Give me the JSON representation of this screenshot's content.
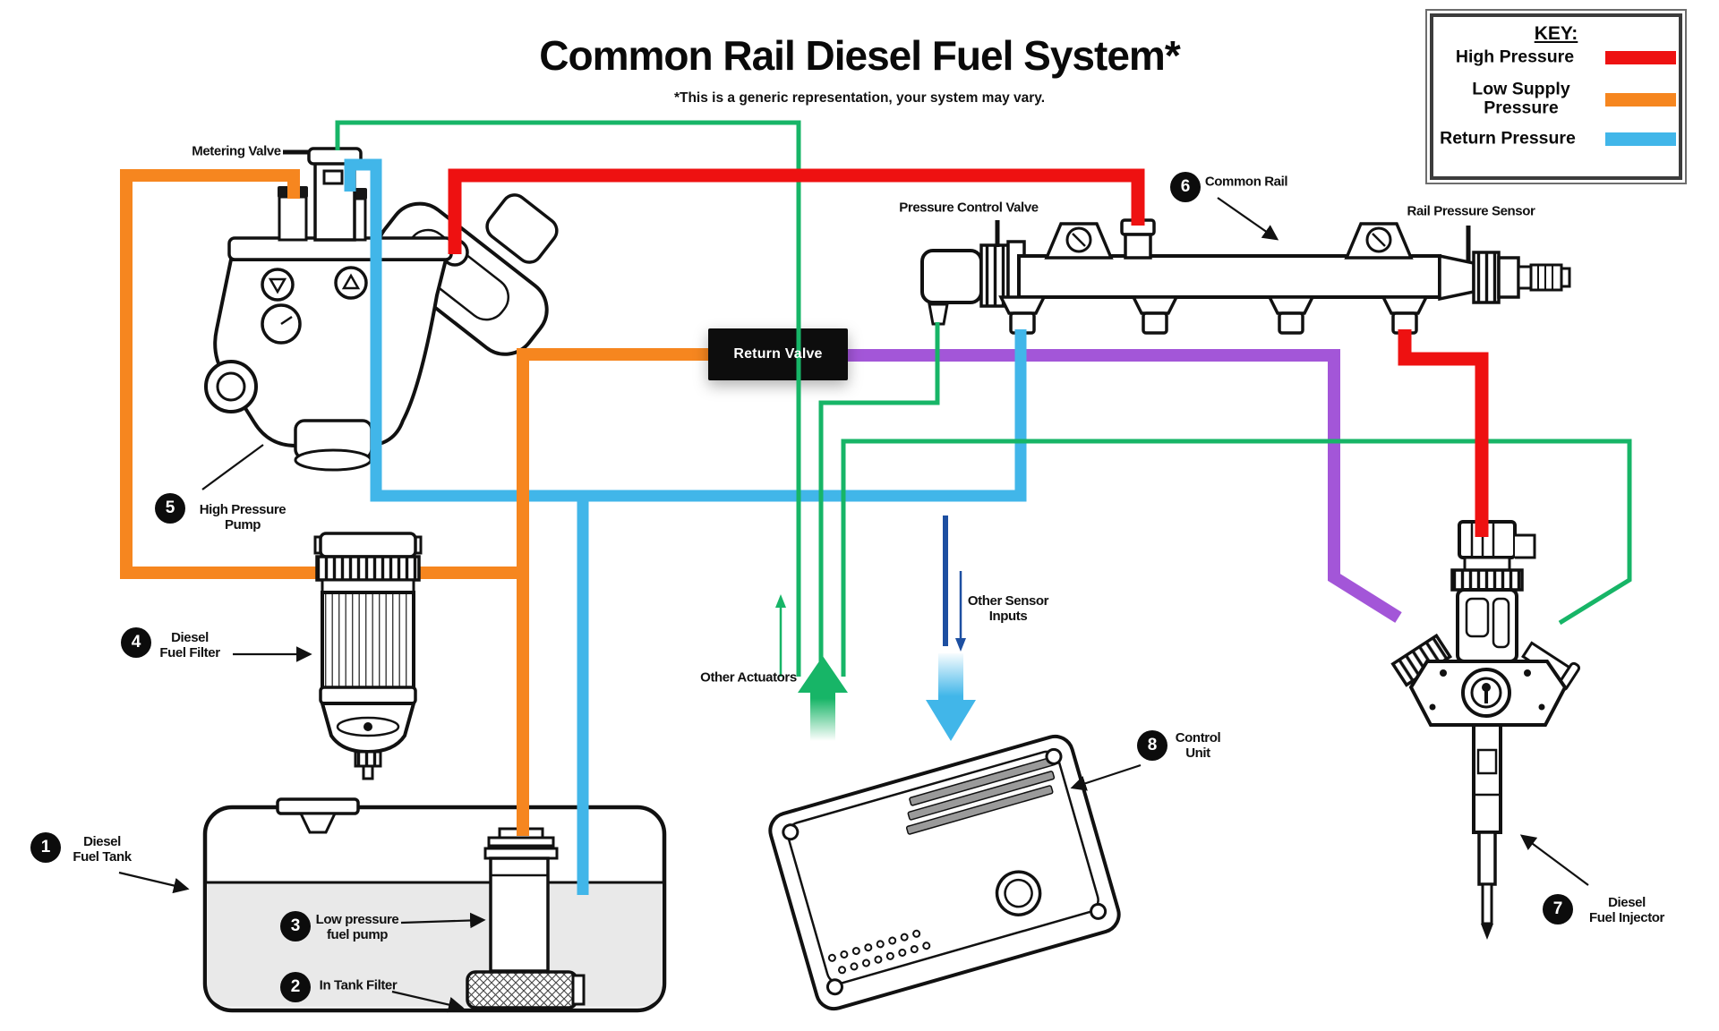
{
  "title": "Common Rail Diesel Fuel System*",
  "subtitle": "*This is a generic representation, your system may vary.",
  "legend": {
    "title": "KEY:",
    "items": [
      {
        "label": "High Pressure",
        "color": "#ee1111"
      },
      {
        "label": "Low Supply Pressure",
        "color": "#f6861f"
      },
      {
        "label": "Return Pressure",
        "color": "#41b6e9"
      }
    ]
  },
  "colors": {
    "high_pressure": "#ee1111",
    "low_supply": "#f6861f",
    "return_pressure": "#41b6e9",
    "signal_green": "#17b567",
    "injector_return_purple": "#a356d8",
    "sensor_navy": "#1d4fa1"
  },
  "labels": {
    "metering_valve": "Metering Valve",
    "pressure_control_valve": "Pressure Control Valve",
    "rail_pressure_sensor": "Rail Pressure Sensor",
    "return_valve": "Return Valve",
    "other_actuators": "Other Actuators",
    "other_sensor_inputs_line1": "Other Sensor",
    "other_sensor_inputs_line2": "Inputs"
  },
  "components": [
    {
      "number": "1",
      "line1": "Diesel",
      "line2": "Fuel Tank"
    },
    {
      "number": "2",
      "line1": "In Tank Filter",
      "line2": ""
    },
    {
      "number": "3",
      "line1": "Low pressure",
      "line2": "fuel pump"
    },
    {
      "number": "4",
      "line1": "Diesel",
      "line2": "Fuel Filter"
    },
    {
      "number": "5",
      "line1": "High Pressure",
      "line2": "Pump"
    },
    {
      "number": "6",
      "line1": "Common Rail",
      "line2": ""
    },
    {
      "number": "7",
      "line1": "Diesel",
      "line2": "Fuel Injector"
    },
    {
      "number": "8",
      "line1": "Control",
      "line2": "Unit"
    }
  ]
}
